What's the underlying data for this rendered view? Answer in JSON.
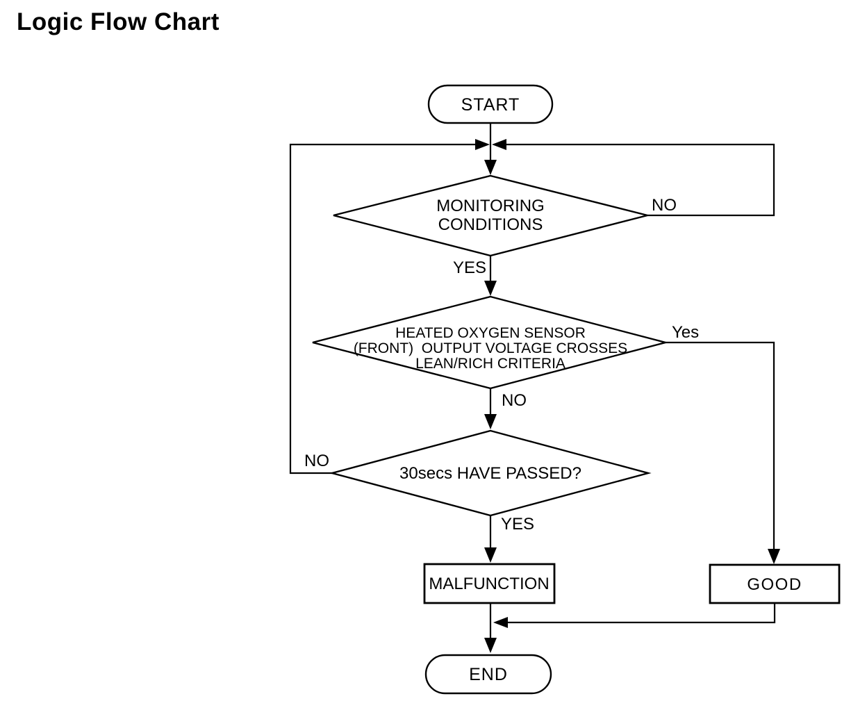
{
  "page": {
    "title": "Logic Flow Chart"
  },
  "flowchart": {
    "colors": {
      "line": "#000000",
      "text": "#000000",
      "background": "#ffffff"
    },
    "start": {
      "label": "START"
    },
    "decision_monitoring": {
      "line1": "MONITORING",
      "line2": "CONDITIONS",
      "no_label": "NO",
      "yes_label": "YES"
    },
    "decision_oxygen": {
      "line1": "HEATED OXYGEN SENSOR",
      "line2": "(FRONT)  OUTPUT VOLTAGE CROSSES",
      "line3": "LEAN/RICH CRITERIA",
      "yes_label": "Yes",
      "no_label": "NO"
    },
    "decision_30secs": {
      "label": "30secs HAVE PASSED?",
      "no_label": "NO",
      "yes_label": "YES"
    },
    "malfunction": {
      "label": "MALFUNCTION"
    },
    "good": {
      "label": "GOOD"
    },
    "end": {
      "label": "END"
    }
  }
}
